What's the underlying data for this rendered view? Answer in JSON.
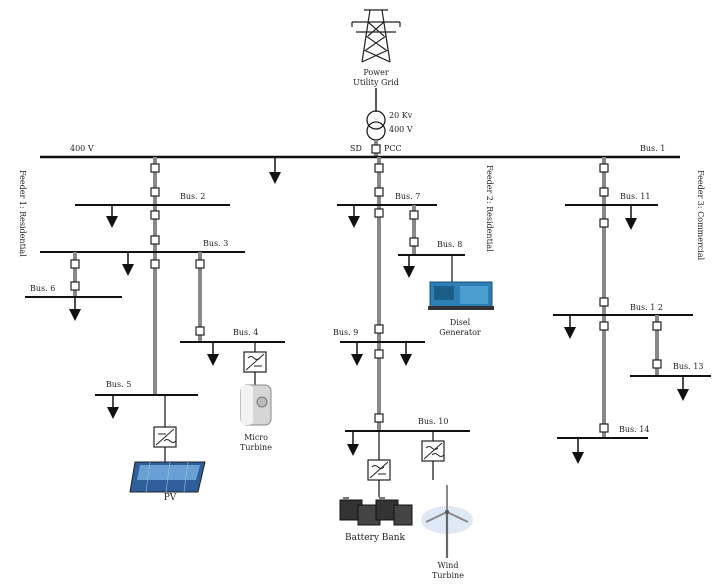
{
  "grid": {
    "label_line1": "Power",
    "label_line2": "Utility Grid",
    "tower_icon": "transmission-tower-icon"
  },
  "transformer": {
    "high_voltage": "20 Kv",
    "low_voltage": "400 V",
    "icon": "transformer-icon"
  },
  "main_bus": {
    "voltage": "400 V",
    "sd": "SD",
    "pcc": "PCC",
    "bus_label": "Bus. 1"
  },
  "feeders": {
    "f1": "Feeder 1: Residential",
    "f2": "Feeder 2: Residential",
    "f3": "Feeder 3: Commercial"
  },
  "buses": {
    "b2": "Bus. 2",
    "b3": "Bus. 3",
    "b4": "Bus. 4",
    "b5": "Bus. 5",
    "b6": "Bus. 6",
    "b7": "Bus. 7",
    "b8": "Bus. 8",
    "b9": "Bus. 9",
    "b10": "Bus. 10",
    "b11": "Bus. 11",
    "b12": "Bus. 1 2",
    "b13": "Bus. 13",
    "b14": "Bus. 14"
  },
  "sources": {
    "diesel_line1": "Disel",
    "diesel_line2": "Generator",
    "micro_line1": "Micro",
    "micro_line2": "Turbine",
    "pv": "PV",
    "battery": "Battery Bank",
    "wind_line1": "Wind",
    "wind_line2": "Turbine"
  }
}
